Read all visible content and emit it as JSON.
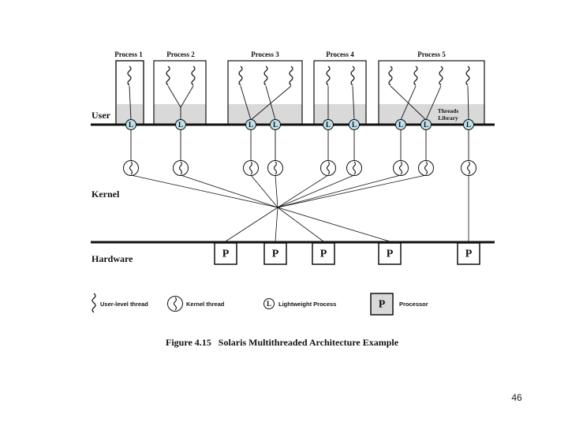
{
  "processes": [
    "Process 1",
    "Process 2",
    "Process 3",
    "Process 4",
    "Process 5"
  ],
  "layers": {
    "user": "User",
    "kernel": "Kernel",
    "hardware": "Hardware"
  },
  "threads_library": [
    "Threads",
    "Library"
  ],
  "lwp_symbol": "L",
  "processor_symbol": "P",
  "legend": {
    "user_thread": "User-level thread",
    "kernel_thread": "Kernel thread",
    "lwp": "Lightweight Process",
    "processor": "Processor"
  },
  "caption": "Figure 4.15   Solaris Multithreaded Architecture Example",
  "page_number": "46",
  "colors": {
    "lwp_fill": "#bfe0ee",
    "user_space_fill": "#d9d9d9"
  }
}
